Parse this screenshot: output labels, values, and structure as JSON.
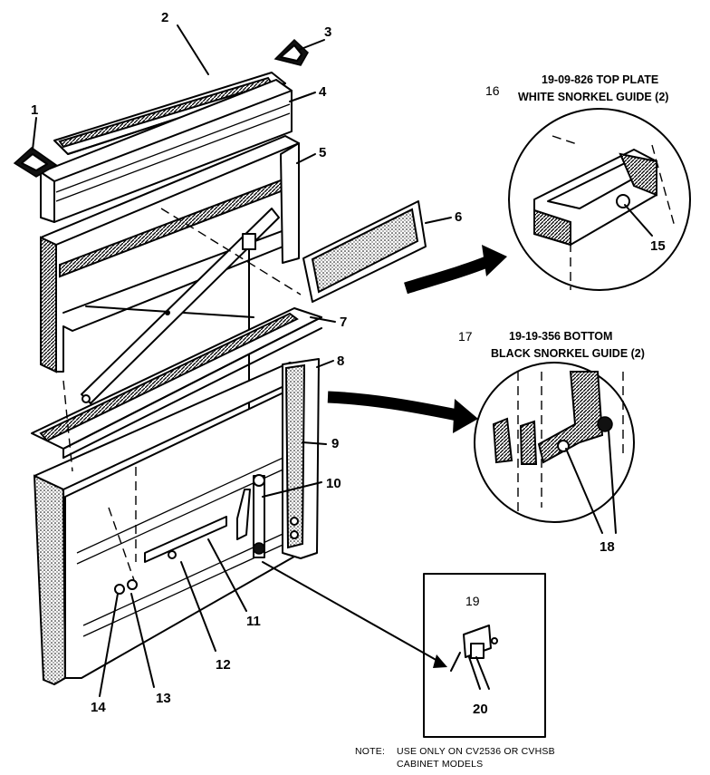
{
  "callouts": {
    "c1": "1",
    "c2": "2",
    "c3": "3",
    "c4": "4",
    "c5": "5",
    "c6": "6",
    "c7": "7",
    "c8": "8",
    "c9": "9",
    "c10": "10",
    "c11": "11",
    "c12": "12",
    "c13": "13",
    "c14": "14",
    "c15": "15",
    "c16": "16",
    "c17": "17",
    "c18": "18",
    "c19": "19",
    "c20": "20"
  },
  "detail_top": {
    "line1": "19-09-826 TOP PLATE",
    "line2": "WHITE SNORKEL GUIDE (2)"
  },
  "detail_bottom": {
    "line1": "19-19-356 BOTTOM",
    "line2": "BLACK SNORKEL GUIDE (2)"
  },
  "note": {
    "label": "NOTE:",
    "line1": "USE ONLY ON CV2536 OR CVHSB",
    "line2": "CABINET MODELS"
  }
}
